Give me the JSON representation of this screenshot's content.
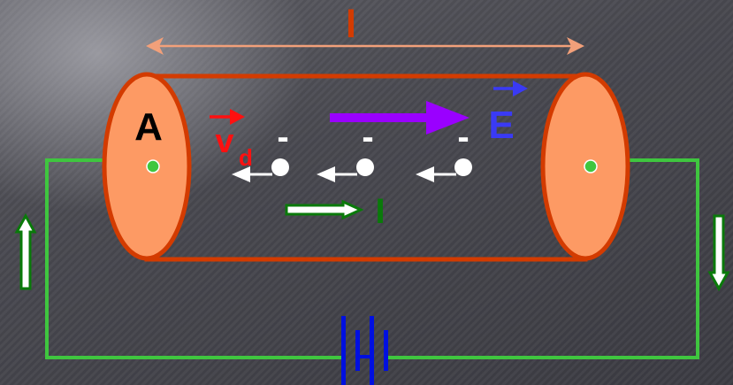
{
  "labels": {
    "length": "l",
    "area": "A",
    "velocity_base": "v",
    "velocity_sub": "d",
    "field": "E",
    "current": "I",
    "charge_sign": "-"
  },
  "colors": {
    "cylinder_fill": "#fd9a64",
    "cylinder_edge": "#d33b00",
    "wire": "#3fc63f",
    "battery": "#0010e0",
    "length_arrow": "#f2a07a",
    "length_label": "#d33b00",
    "area_label": "#000000",
    "velocity": "#ff1010",
    "field": "#9a00ff",
    "field_label": "#3a3af5",
    "current_arrow": "#0a7a0a",
    "current_fill": "#ffffff",
    "electron": "#ffffff"
  }
}
